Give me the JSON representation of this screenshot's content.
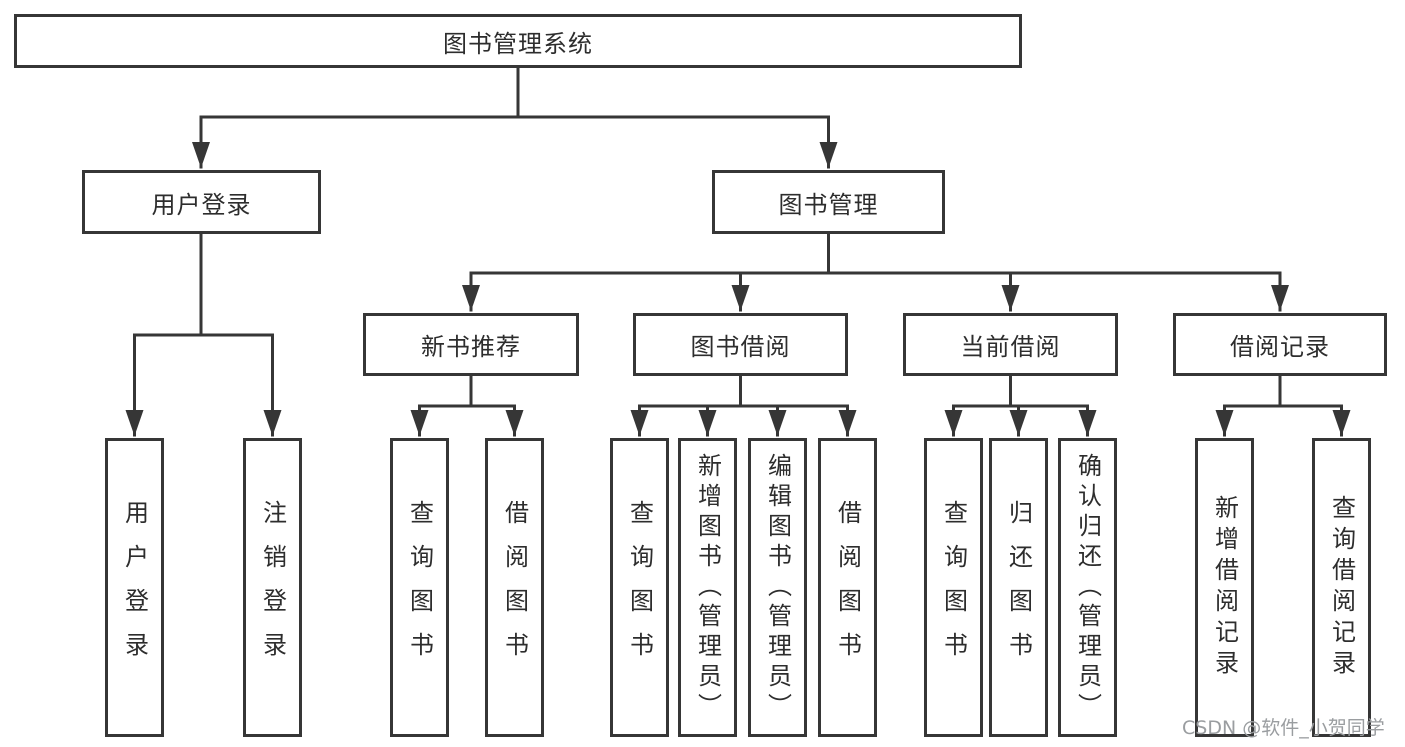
{
  "tree": {
    "label": "图书管理系统",
    "children": [
      {
        "label": "用户登录",
        "children": [
          {
            "label": "用户登录"
          },
          {
            "label": "注销登录"
          }
        ]
      },
      {
        "label": "图书管理",
        "children": [
          {
            "label": "新书推荐",
            "children": [
              {
                "label": "查询图书"
              },
              {
                "label": "借阅图书"
              }
            ]
          },
          {
            "label": "图书借阅",
            "children": [
              {
                "label": "查询图书"
              },
              {
                "label": "新增图书（管理员）"
              },
              {
                "label": "编辑图书（管理员）"
              },
              {
                "label": "借阅图书"
              }
            ]
          },
          {
            "label": "当前借阅",
            "children": [
              {
                "label": "查询图书"
              },
              {
                "label": "归还图书"
              },
              {
                "label": "确认归还（管理员）"
              }
            ]
          },
          {
            "label": "借阅记录",
            "children": [
              {
                "label": "新增借阅记录"
              },
              {
                "label": "查询借阅记录"
              }
            ]
          }
        ]
      }
    ]
  },
  "watermark": "CSDN @软件_小贺同学",
  "colors": {
    "outline": "#363636",
    "text": "#2d2d2d",
    "background": "#ffffff",
    "watermark": "#9a9da0"
  }
}
